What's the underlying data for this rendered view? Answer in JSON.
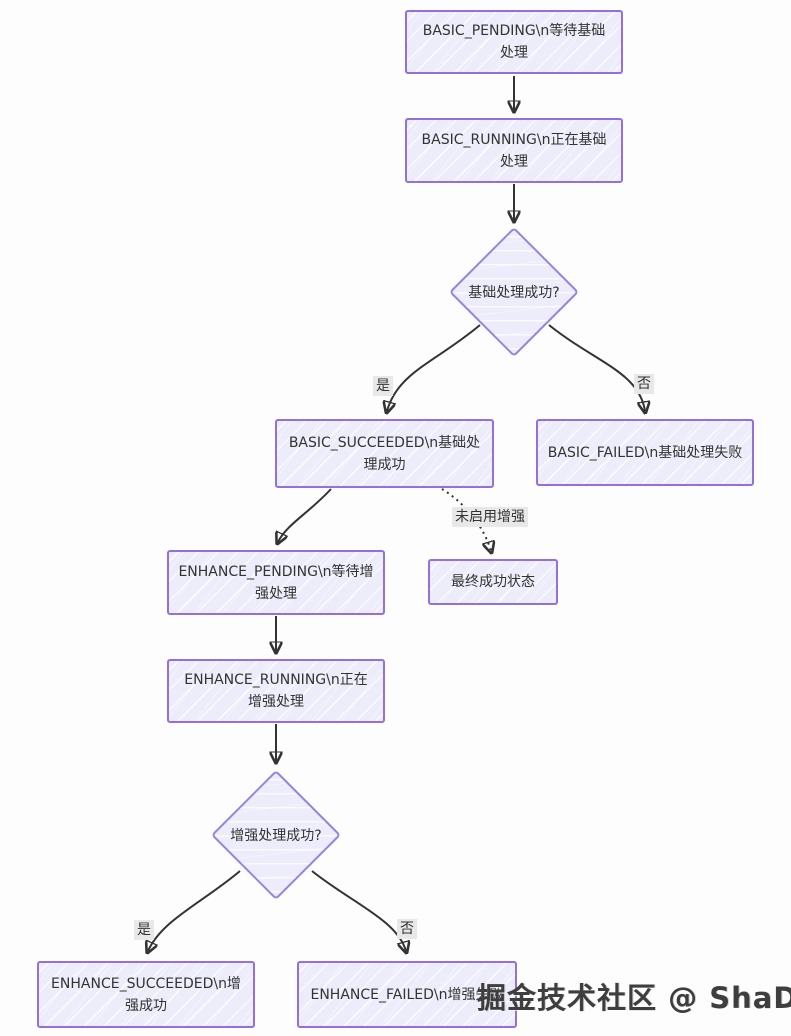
{
  "colors": {
    "background": "#fdfdfd",
    "node_fill": "#ececfb",
    "node_border": "#9370db",
    "diamond_border": "#9784de",
    "edge": "#333333",
    "edge_label_bg": "#e8e8e8",
    "text": "#333333",
    "watermark_text": "#3e3e3e"
  },
  "nodes": {
    "basic_pending": {
      "label": "BASIC_PENDING\\n等待基础处理"
    },
    "basic_running": {
      "label": "BASIC_RUNNING\\n正在基础处理"
    },
    "basic_succeeded": {
      "label": "BASIC_SUCCEEDED\\n基础处理成功"
    },
    "basic_failed": {
      "label": "BASIC_FAILED\\n基础处理失败"
    },
    "final_success": {
      "label": "最终成功状态"
    },
    "enhance_pending": {
      "label": "ENHANCE_PENDING\\n等待增强处理"
    },
    "enhance_running": {
      "label": "ENHANCE_RUNNING\\n正在增强处理"
    },
    "enhance_succeeded": {
      "label": "ENHANCE_SUCCEEDED\\n增强成功"
    },
    "enhance_failed": {
      "label": "ENHANCE_FAILED\\n增强失败"
    }
  },
  "decisions": {
    "basic": {
      "label": "基础处理成功?"
    },
    "enhance": {
      "label": "增强处理成功?"
    }
  },
  "edge_labels": {
    "basic_yes": "是",
    "basic_no": "否",
    "enhance_disabled": "未启用增强",
    "enhance_yes": "是",
    "enhance_no": "否"
  },
  "watermark": {
    "text": "掘金技术社区 @ ShaDow"
  }
}
